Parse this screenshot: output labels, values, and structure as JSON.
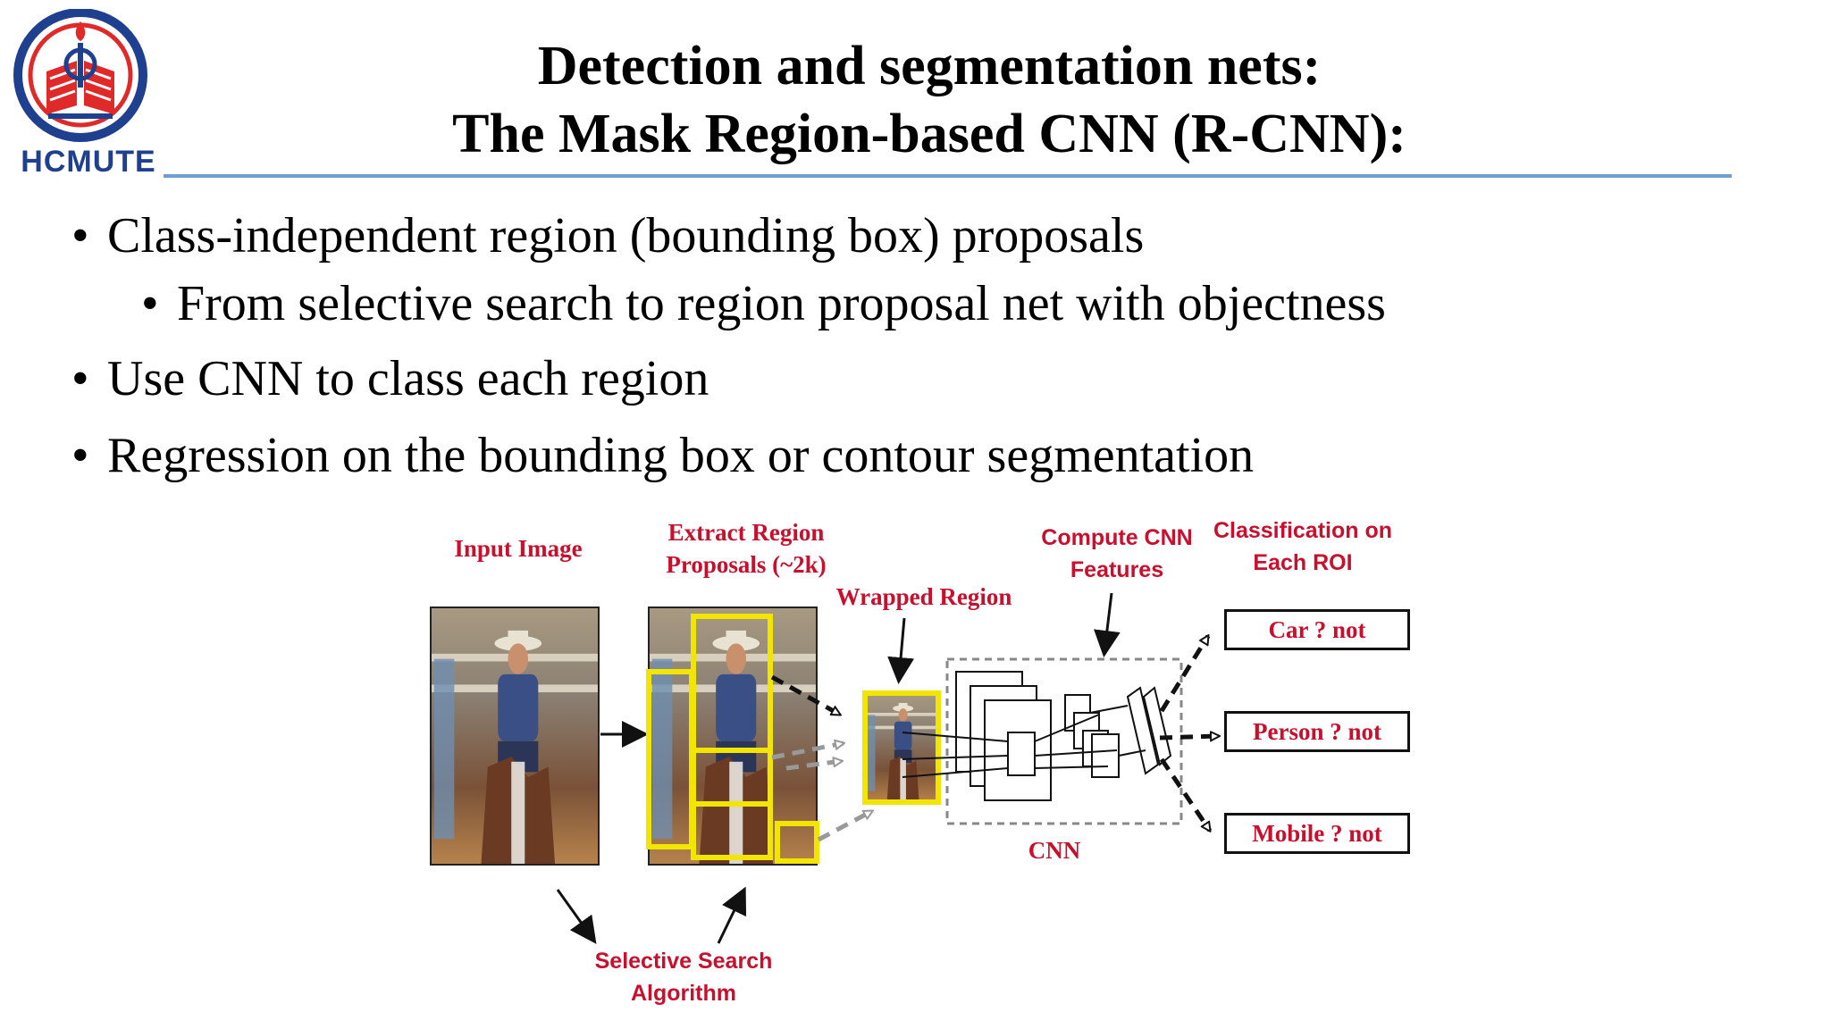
{
  "header": {
    "logo_text": "HCMUTE",
    "title_line1": "Detection and segmentation nets:",
    "title_line2": "The Mask Region-based CNN (R-CNN):"
  },
  "bullets": [
    {
      "level": 1,
      "text": "Class-independent region (bounding box) proposals"
    },
    {
      "level": 2,
      "text": "From selective search to region proposal net with objectness"
    },
    {
      "level": 1,
      "text": "Use CNN to class each region"
    },
    {
      "level": 1,
      "text": "Regression on the bounding box or contour segmentation"
    }
  ],
  "bullet_symbol": "•",
  "diagram": {
    "input_image": "Input Image",
    "extract_line1": "Extract Region",
    "extract_line2": "Proposals (~2k)",
    "wrapped_region": "Wrapped Region",
    "compute_line1": "Compute CNN",
    "compute_line2": "Features",
    "classification_line1": "Classification on",
    "classification_line2": "Each ROI",
    "cnn": "CNN",
    "selective_line1": "Selective Search",
    "selective_line2": "Algorithm",
    "outputs": [
      "Car ? not",
      "Person ? not",
      "Mobile ? not"
    ]
  },
  "colors": {
    "accent_rule": "#6f9fd0",
    "label_red": "#c8102e",
    "proposal_yellow": "#f2e600",
    "logo_blue": "#1f3f8f",
    "logo_red": "#e02a2a"
  }
}
